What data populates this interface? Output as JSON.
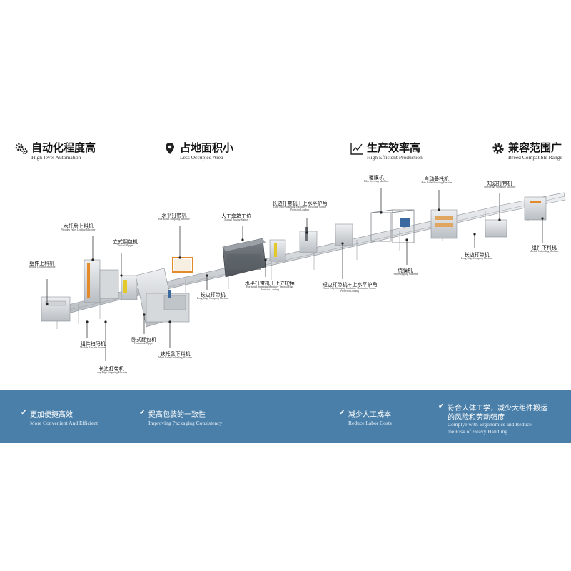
{
  "features": [
    {
      "icon": "gears-icon",
      "cn": "自动化程度高",
      "en": "High-level Automation"
    },
    {
      "icon": "location-pin-icon",
      "cn": "占地面积小",
      "en": "Less Occupied Area"
    },
    {
      "icon": "line-chart-icon",
      "cn": "生产效率高",
      "en": "High Efficient Production"
    },
    {
      "icon": "gear-icon",
      "cn": "兼容范围广",
      "en": "Breed Compatible Range"
    }
  ],
  "machines": [
    {
      "cn": "组件上料机",
      "en": "Module Loading Machine"
    },
    {
      "cn": "木托盘上料机",
      "en": "Wooden Pallet Loading Machine"
    },
    {
      "cn": "立式翻包机",
      "en": "Vertical Flipper"
    },
    {
      "cn": "组件扫码机",
      "en": "Module Barcode Scanner"
    },
    {
      "cn": "长边打带机",
      "en": "Long Edge Strapping Machine"
    },
    {
      "cn": "卧式翻包机",
      "en": "Horizontal Flipper"
    },
    {
      "cn": "铁托盘下料机",
      "en": "Metal Pallet Unloading Machine"
    },
    {
      "cn": "水平打带机",
      "en": "Horizontal Strapping Machine"
    },
    {
      "cn": "长边打带机",
      "en": "Long Edge Strapping Machine"
    },
    {
      "cn": "人工套箱工位",
      "en": "Manual Boxing Station"
    },
    {
      "cn": "水平打带机＋上立护角",
      "en": "Horizontal Strapping Machine+ Vertical Edge Protector Loading"
    },
    {
      "cn": "长边打带机＋上水平护角",
      "en": "Long Edge Strapping Machine + Horizontal Corner Protector Loading"
    },
    {
      "cn": "短边打带机＋上水平护角",
      "en": "Short Edge Strapping Machine+ Horizontal Corner Protector Loading"
    },
    {
      "cn": "覆膜机",
      "en": "Film Covering Machine"
    },
    {
      "cn": "绕膜机",
      "en": "Film Wrapping Machine"
    },
    {
      "cn": "自动叠托机",
      "en": "Auto Pallet Stacking Machine"
    },
    {
      "cn": "短边打带机",
      "en": "Short Edge Strapping Machine"
    },
    {
      "cn": "长边打带机",
      "en": "Long Edge Strapping Machine"
    },
    {
      "cn": "组件下料机",
      "en": "Module Unloading Machine"
    }
  ],
  "benefits": [
    {
      "cn": "更加便捷高效",
      "en": [
        "More Convenient And Efficient"
      ]
    },
    {
      "cn": "提高包装的一致性",
      "en": [
        "Improving Packaging Consistency"
      ]
    },
    {
      "cn": "减少人工成本",
      "en": [
        "Reduce Labor Costs"
      ]
    },
    {
      "cn": "符合人体工学，减少大组件搬运的风险和劳动强度",
      "cn_lines": [
        "符合人体工学，减少大组件搬运",
        "的风险和劳动强度"
      ],
      "en": [
        "Complye with Ergonomics and Reduce",
        "the Risk of Heavy Handling"
      ]
    }
  ],
  "colors": {
    "footer_bg": "#4a7fa9",
    "machine_body": "#d6d9dc",
    "machine_edge": "#8a9096",
    "accent_orange": "#e38a2a",
    "accent_blue": "#3a6aa0"
  }
}
